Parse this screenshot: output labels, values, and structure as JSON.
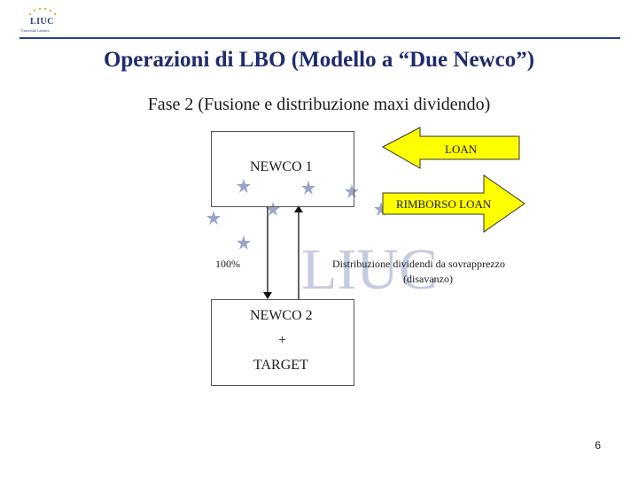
{
  "logo": {
    "text": "LIUC",
    "subtitle": "Università Cattaneo"
  },
  "title": "Operazioni di LBO (Modello a “Due Newco”)",
  "subtitle": "Fase 2 (Fusione e distribuzione maxi dividendo)",
  "diagram": {
    "newco1": "NEWCO 1",
    "newco2": "NEWCO 2",
    "plus": "+",
    "target": "TARGET",
    "loan": "LOAN",
    "rimborso": "RIMBORSO LOAN",
    "percent": "100%",
    "distribuzione_line1": "Distribuzione dividendi da sovrapprezzo",
    "distribuzione_line2": "(disavanzo)",
    "watermark": "LIUC"
  },
  "colors": {
    "arrow_fill": "#ffff00",
    "accent": "#1f2c6b",
    "star": "#9aa6c8",
    "watermark": "#c5cbe0"
  },
  "page_number": "6"
}
